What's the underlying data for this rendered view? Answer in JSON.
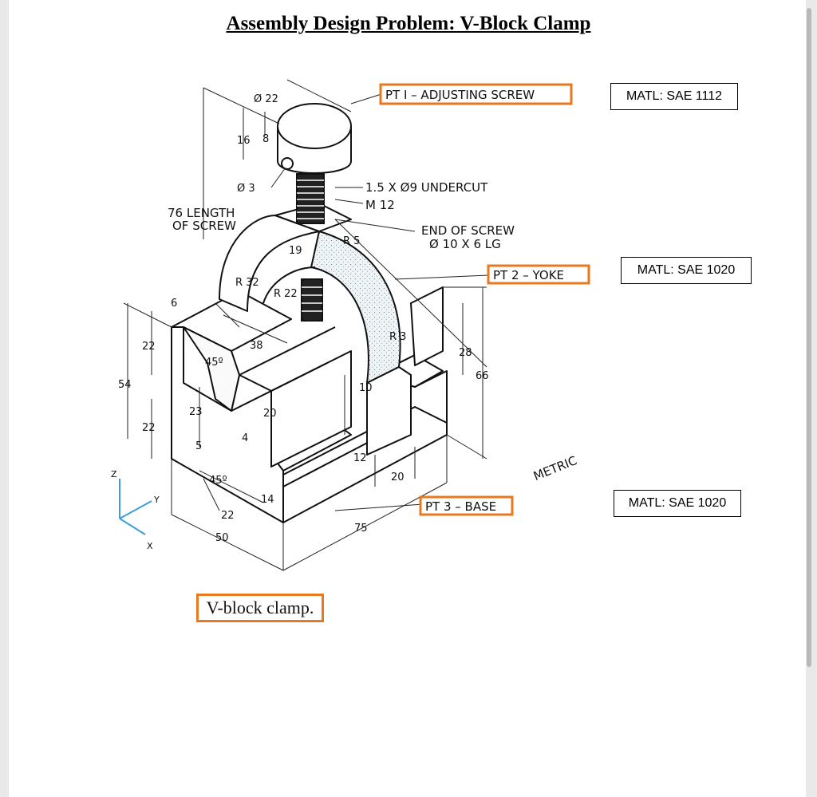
{
  "title": "Assembly Design Problem: V-Block Clamp",
  "caption": "V-block clamp.",
  "parts": [
    {
      "label": "PT I – ADJUSTING SCREW",
      "material": "MATL: SAE 1112"
    },
    {
      "label": "PT 2 – YOKE",
      "material": "MATL: SAE 1020"
    },
    {
      "label": "PT 3 – BASE",
      "material": "MATL: SAE 1020"
    }
  ],
  "notes": {
    "undercut": "1.5 X Ø9 UNDERCUT",
    "thread": "M 12",
    "end_of_screw_1": "END OF SCREW",
    "end_of_screw_2": "Ø 10 X 6 LG",
    "length_1": "76 LENGTH",
    "length_2": "OF SCREW",
    "metric": "METRIC"
  },
  "dimensions": {
    "d22": "Ø 22",
    "d16": "16",
    "d8": "8",
    "d3": "Ø 3",
    "d19": "19",
    "r5": "R 5",
    "r32": "R 32",
    "r22": "R 22",
    "r3": "R 3",
    "d6": "6",
    "d38": "38",
    "a45a": "45º",
    "d22a": "22",
    "d54": "54",
    "d23": "23",
    "d20a": "20",
    "d22b": "22",
    "d5": "5",
    "d4": "4",
    "d10": "10",
    "d28": "28",
    "d66": "66",
    "d12": "12",
    "d20b": "20",
    "a45b": "45º",
    "d14": "14",
    "d22c": "22",
    "d50": "50",
    "d75": "75"
  },
  "axes": {
    "z": "Z",
    "y": "Y",
    "x": "X"
  },
  "colors": {
    "highlight": "#e8791e",
    "metric": "#c2409a",
    "axes": "#3a9fd6"
  }
}
